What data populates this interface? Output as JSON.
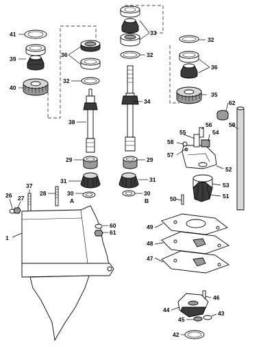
{
  "diagram": {
    "labels": {
      "p1": "1",
      "p26": "26",
      "p27": "27",
      "p28": "28",
      "p29a": "29",
      "p29b": "29",
      "p30a": "30",
      "p30b": "30",
      "p31a": "31",
      "p31b": "31",
      "p32a": "32",
      "p32b": "32",
      "p32c": "32",
      "p33": "33",
      "p34": "34",
      "p35": "35",
      "p36a": "36",
      "p36b": "36",
      "p37": "37",
      "p38": "38",
      "p39": "39",
      "p40": "40",
      "p41": "41",
      "p42": "42",
      "p43": "43",
      "p44": "44",
      "p45": "45",
      "p46": "46",
      "p47": "47",
      "p48": "48",
      "p49": "49",
      "p50": "50",
      "p51": "51",
      "p52": "52",
      "p53": "53",
      "p54": "54",
      "p55": "55",
      "p56": "56",
      "p57": "57",
      "p58": "58",
      "p59": "59",
      "p60": "60",
      "p61": "61",
      "p62": "62",
      "subA": "A",
      "subB": "B"
    }
  }
}
